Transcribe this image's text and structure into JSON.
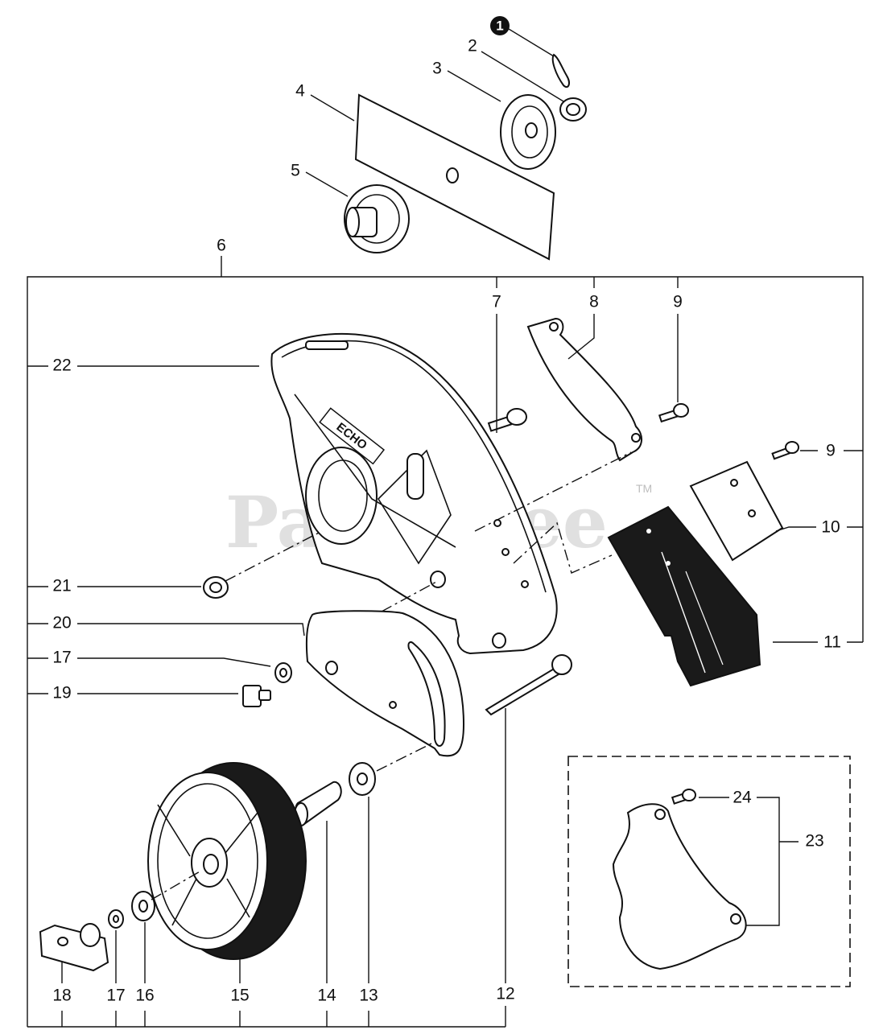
{
  "watermark": {
    "text": "PartsTree",
    "tm": "TM"
  },
  "callouts": {
    "c1": "1",
    "c2": "2",
    "c3": "3",
    "c4": "4",
    "c5": "5",
    "c6": "6",
    "c7": "7",
    "c8": "8",
    "c9a": "9",
    "c9b": "9",
    "c10": "10",
    "c11": "11",
    "c12": "12",
    "c13": "13",
    "c14": "14",
    "c15": "15",
    "c16": "16",
    "c17a": "17",
    "c17b": "17",
    "c18": "18",
    "c19": "19",
    "c20": "20",
    "c21": "21",
    "c22": "22",
    "c23": "23",
    "c24": "24"
  },
  "guard_logo_text": "ECHO",
  "colors": {
    "ink": "#111111",
    "watermark": "#c7c7c7",
    "background": "#ffffff"
  }
}
